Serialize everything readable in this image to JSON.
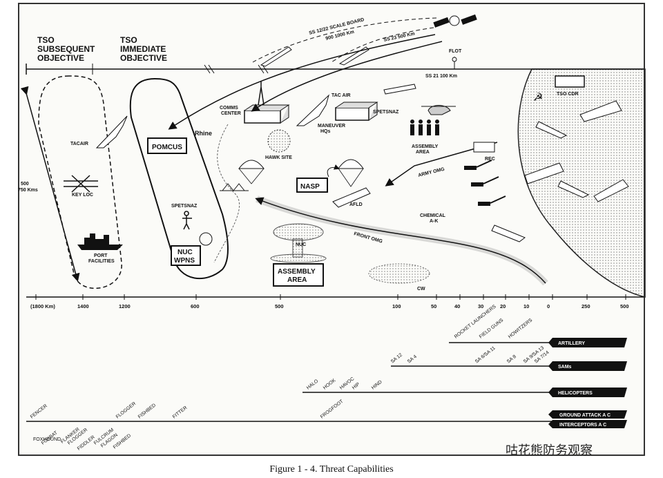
{
  "headers": {
    "tso_subsequent": [
      "TSO",
      "SUBSEQUENT",
      "OBJECTIVE"
    ],
    "tso_immediate": [
      "TSO",
      "IMMEDIATE",
      "OBJECTIVE"
    ]
  },
  "labels": {
    "ss12": "SS 12/22 SCALE BOARD",
    "ss12_range": "900 1000 Km",
    "ss23": "SS 23 500 Km",
    "ss21": "SS 21 100 Km",
    "flot": "FLOT",
    "tso_cdr": "TSO CDR",
    "tac_air": "TAC AIR",
    "comms_center": [
      "COMMS",
      "CENTER"
    ],
    "maneuver_hqs": [
      "MANEUVER",
      "HQs"
    ],
    "spetsnaz_top": "SPETSNAZ",
    "assembly_area_small": [
      "ASSEMBLY",
      "AREA"
    ],
    "rec": "REC",
    "army_omg": "ARMY OMG",
    "chemical": [
      "CHEMICAL",
      "A-K"
    ],
    "front_omg": "FRONT OMG",
    "nasp": "NASP",
    "afld": "AFLD",
    "nuc": "NUC",
    "assembly_area_box": [
      "ASSEMBLY",
      "AREA"
    ],
    "cw": "CW",
    "hawk_site": "HAWK SITE",
    "rhine": "Rhine",
    "pomcus": "POMCUS",
    "spetsnaz_left": "SPETSNAZ",
    "nuc_wpns": [
      "NUC",
      "WPNS"
    ],
    "tacair": "TACAIR",
    "key_loc": "KEY LOC",
    "port_facilities": [
      "PORT",
      "FACILITIES"
    ],
    "depth": [
      "500",
      "750 Kms"
    ]
  },
  "scale": {
    "ticks": [
      "(1800 Km)",
      "1400",
      "1200",
      "600",
      "500",
      "100",
      "50",
      "40",
      "30",
      "20",
      "10",
      "0",
      "250",
      "500"
    ]
  },
  "weapons": {
    "artillery": {
      "bar": "ARTILLERY",
      "items": [
        "ROCKET LAUNCHERS",
        "FIELD GUNS",
        "HOWITZERS"
      ]
    },
    "sams": {
      "bar": "SAMs",
      "items": [
        "SA 12",
        "SA 4",
        "SA 6/SA 11",
        "SA 8",
        "SA 9/SA 13",
        "SA 7/14"
      ]
    },
    "helicopters": {
      "bar": "HELICOPTERS",
      "items": [
        "HALO",
        "HOOK",
        "HAVOC",
        "HIP",
        "HIND"
      ]
    },
    "ground_attack": {
      "bar": "GROUND ATTACK A C",
      "items": [
        "FENCER",
        "FROGFOOT"
      ]
    },
    "interceptors": {
      "bar": "INTERCEPTORS A C",
      "items": [
        "FLOGGER",
        "FISHBED",
        "FITTER",
        "FOXHOUND",
        "FOXBAT",
        "FLANKER",
        "FLOGGER",
        "FIDDLER",
        "FULCRUM",
        "FLAGON",
        "FISHBED"
      ]
    }
  },
  "caption": "Figure 1 - 4. Threat Capabilities",
  "watermark": "咕花熊防务观察"
}
